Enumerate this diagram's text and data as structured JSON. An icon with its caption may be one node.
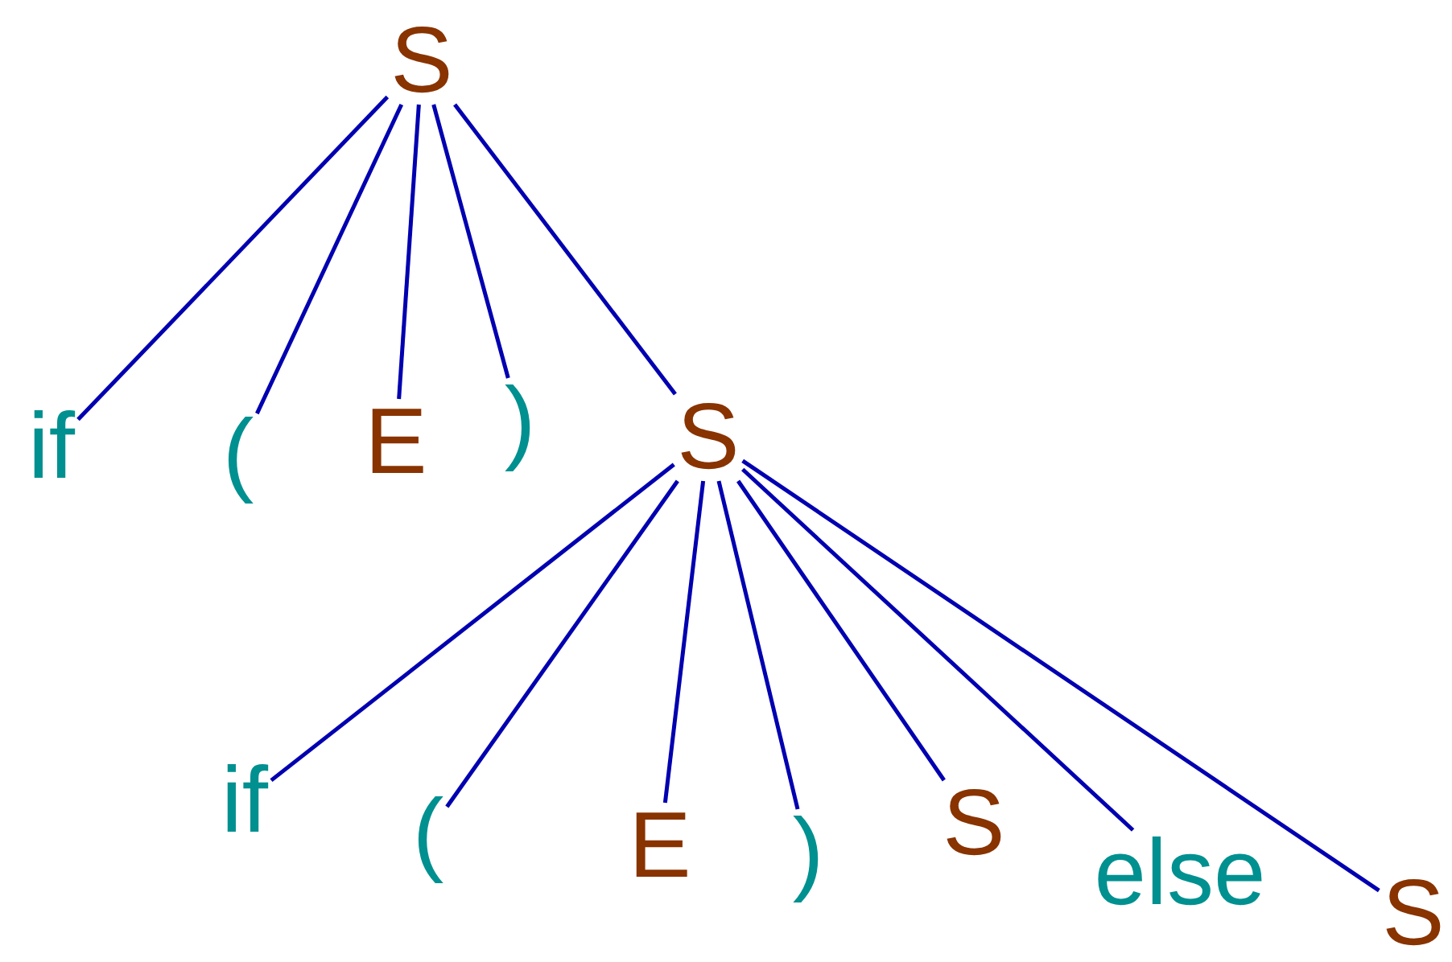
{
  "diagram": {
    "nodes": [
      {
        "text": [
          "S"
        ]
      },
      {
        "text": [
          "if"
        ]
      },
      {
        "text": [
          "("
        ]
      },
      {
        "text": [
          "E"
        ]
      },
      {
        "text": [
          ")"
        ]
      },
      {
        "text": [
          "S"
        ]
      },
      {
        "text": [
          "if"
        ]
      },
      {
        "text": [
          "("
        ]
      },
      {
        "text": [
          "E"
        ]
      },
      {
        "text": [
          ")"
        ]
      },
      {
        "text": [
          "S"
        ]
      },
      {
        "text": [
          "else"
        ]
      },
      {
        "text": [
          "S"
        ]
      }
    ],
    "edges": [
      {
        "from": 0,
        "to": 1,
        "arrow": "none"
      },
      {
        "from": 0,
        "to": 2,
        "arrow": "none"
      },
      {
        "from": 0,
        "to": 3,
        "arrow": "none"
      },
      {
        "from": 0,
        "to": 4,
        "arrow": "none"
      },
      {
        "from": 0,
        "to": 5,
        "arrow": "none"
      },
      {
        "from": 5,
        "to": 6,
        "arrow": "none"
      },
      {
        "from": 5,
        "to": 7,
        "arrow": "none"
      },
      {
        "from": 5,
        "to": 8,
        "arrow": "none"
      },
      {
        "from": 5,
        "to": 9,
        "arrow": "none"
      },
      {
        "from": 5,
        "to": 10,
        "arrow": "none"
      },
      {
        "from": 5,
        "to": 11,
        "arrow": "none"
      },
      {
        "from": 5,
        "to": 12,
        "arrow": "none"
      }
    ]
  }
}
